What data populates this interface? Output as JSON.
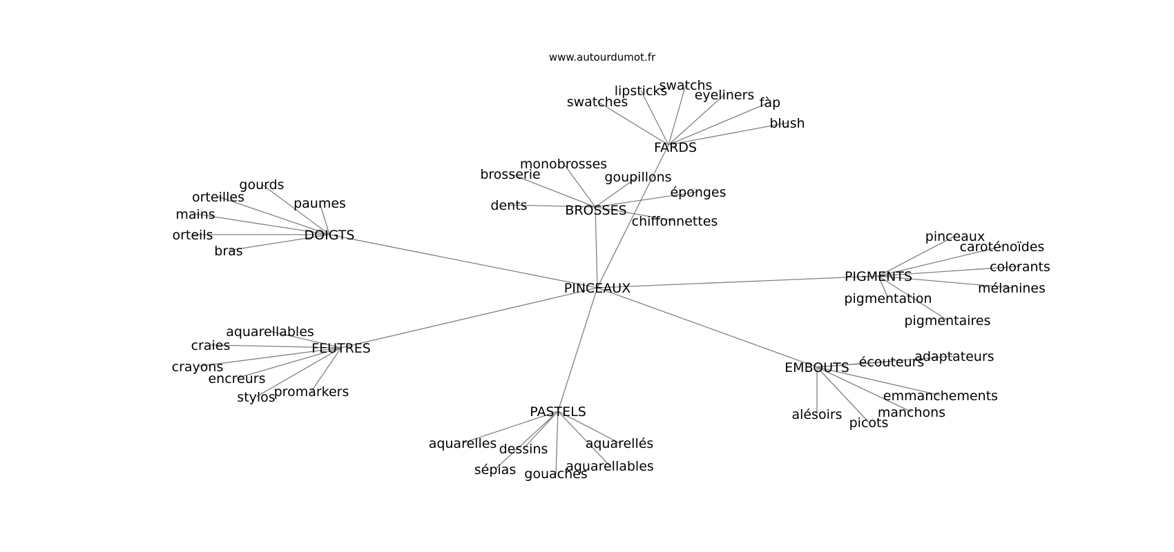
{
  "site": "www.autourdumot.fr",
  "graph": {
    "root": "PINCEAUX",
    "clusters": [
      {
        "hub": "FARDS",
        "leaves": [
          "swatches",
          "lipsticks",
          "swatchs",
          "eyeliners",
          "fàp",
          "blush"
        ]
      },
      {
        "hub": "BROSSES",
        "leaves": [
          "brosserie",
          "monobrosses",
          "goupillons",
          "éponges",
          "dents",
          "chiffonnettes"
        ]
      },
      {
        "hub": "DOIGTS",
        "leaves": [
          "gourds",
          "orteilles",
          "paumes",
          "mains",
          "orteils",
          "bras"
        ]
      },
      {
        "hub": "PIGMENTS",
        "leaves": [
          "pinceaux",
          "caroténoïdes",
          "colorants",
          "mélanines",
          "pigmentation",
          "pigmentaires"
        ]
      },
      {
        "hub": "FEUTRES",
        "leaves": [
          "aquarellables",
          "craies",
          "crayons",
          "encreurs",
          "stylos",
          "promarkers"
        ]
      },
      {
        "hub": "EMBOUTS",
        "leaves": [
          "écouteurs",
          "adaptateurs",
          "emmanchements",
          "manchons",
          "alésoirs",
          "picots"
        ]
      },
      {
        "hub": "PASTELS",
        "leaves": [
          "aquarelles",
          "dessins",
          "aquarellés",
          "sépias",
          "gouaches",
          "aquarellables"
        ]
      }
    ]
  }
}
